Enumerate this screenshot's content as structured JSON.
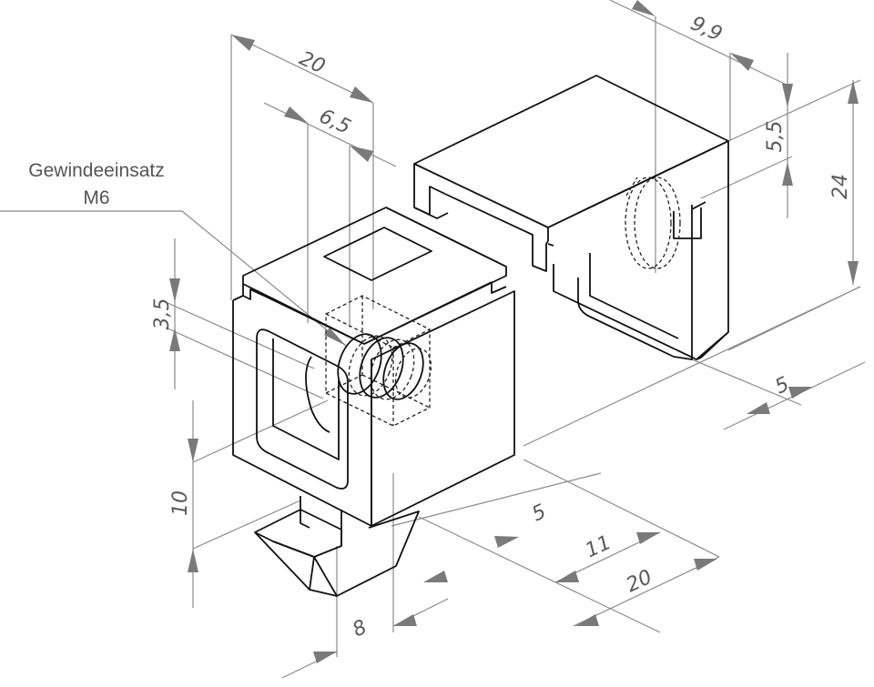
{
  "callout": {
    "line1": "Gewindeeinsatz",
    "line2": "M6"
  },
  "dimensions": {
    "d20_top": "20",
    "d6_5": "6,5",
    "d9_9": "9,9",
    "d5_5": "5,5",
    "d24": "24",
    "d3_5": "3,5",
    "d10": "10",
    "d5_right": "5",
    "d5_bottom": "5",
    "d11": "11",
    "d20_bottom": "20",
    "d8": "8"
  },
  "colors": {
    "object_line": "#111111",
    "dimension_line": "#8a8a8a",
    "text": "#5a5a5a"
  }
}
